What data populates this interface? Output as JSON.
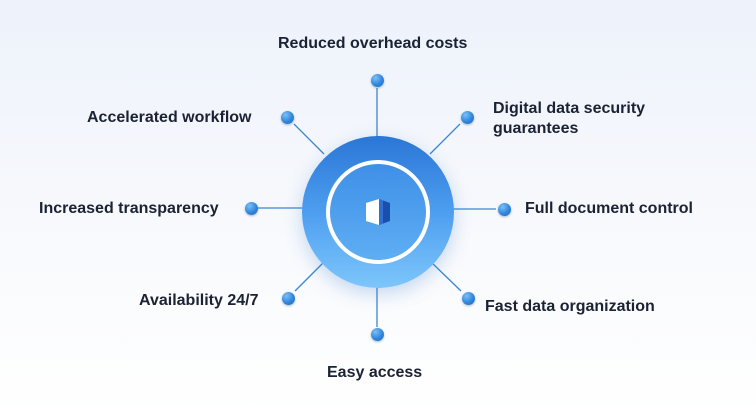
{
  "benefits": [
    {
      "label": "Reduced overhead costs"
    },
    {
      "label": "Digital data security guarantees"
    },
    {
      "label": "Full document control"
    },
    {
      "label": "Fast data organization"
    },
    {
      "label": "Easy access"
    },
    {
      "label": "Availability 24/7"
    },
    {
      "label": "Increased transparency"
    },
    {
      "label": "Accelerated workflow"
    }
  ],
  "center_icon": "document-box-icon",
  "colors": {
    "accent": "#2f86dc",
    "line": "#3b86d6",
    "text": "#1a2233"
  }
}
